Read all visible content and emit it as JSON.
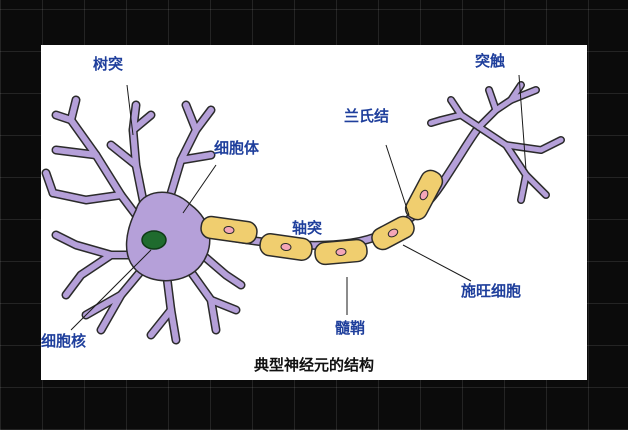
{
  "diagram": {
    "title": "典型神经元的结构",
    "labels": {
      "dendrite": "树突",
      "synapse": "突触",
      "node_of_ranvier": "兰氏结",
      "cell_body": "细胞体",
      "axon": "轴突",
      "nucleus": "细胞核",
      "myelin_sheath": "髓鞘",
      "schwann_cell": "施旺细胞"
    },
    "colors": {
      "neuron_body": "#b5a0d9",
      "neuron_outline": "#2b2b2b",
      "myelin": "#f0ce6f",
      "schwann_nucleus": "#f4a6b8",
      "nucleus": "#1f6b2e",
      "label_text": "#1f3f9c",
      "background": "#0b0b0b",
      "panel": "#ffffff"
    }
  }
}
